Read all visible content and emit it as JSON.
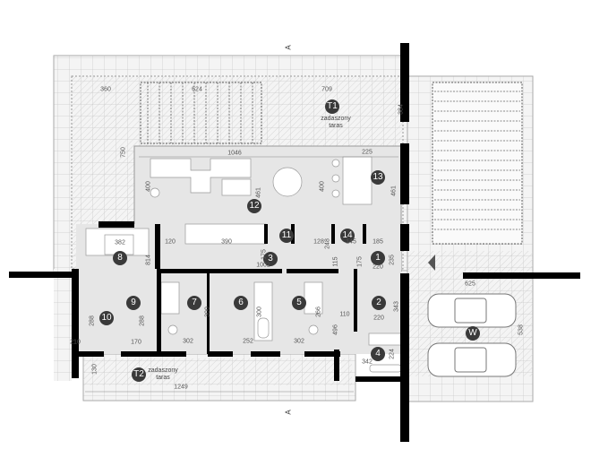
{
  "plan": {
    "rooms": [
      "T1",
      "13",
      "12",
      "11",
      "14",
      "3",
      "1",
      "8",
      "9",
      "10",
      "7",
      "6",
      "5",
      "2",
      "4",
      "T2",
      "W"
    ],
    "terrace_labels": {
      "t1": [
        "zadaszony",
        "taras"
      ],
      "t2": [
        "zadaszony",
        "taras"
      ]
    },
    "section_marker": "A",
    "dimensions": [
      "360",
      "624",
      "709",
      "384",
      "750",
      "1046",
      "225",
      "400",
      "461",
      "400",
      "461",
      "120",
      "390",
      "128",
      "248",
      "145",
      "185",
      "382",
      "814",
      "175",
      "1002",
      "115",
      "175",
      "220",
      "235",
      "288",
      "288",
      "210",
      "170",
      "302",
      "252",
      "302",
      "300",
      "300",
      "266",
      "343",
      "220",
      "110",
      "496",
      "224",
      "342",
      "130",
      "1249",
      "625",
      "538"
    ],
    "colors": {
      "wall": "#000000",
      "floor": "#e6e6e6",
      "paving": "#f2f2f2",
      "badge": "#3a3a3a"
    }
  }
}
